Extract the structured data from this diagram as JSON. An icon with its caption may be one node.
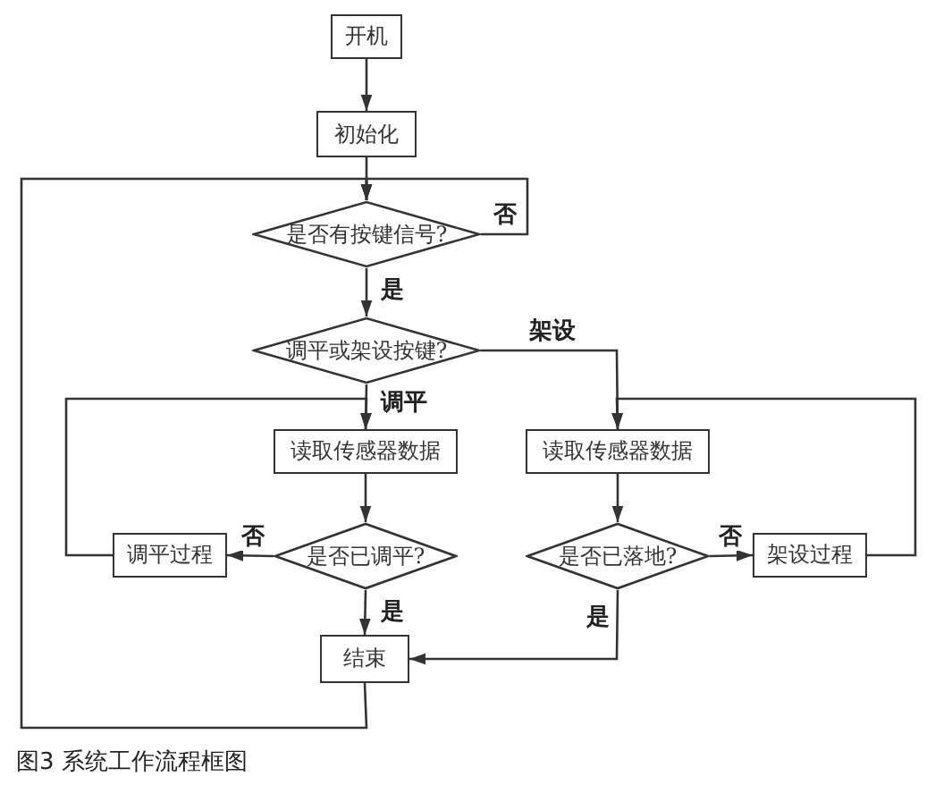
{
  "diagram": {
    "caption": "图3 系统工作流程框图",
    "nodes": [
      {
        "text": [
          "开机"
        ]
      },
      {
        "text": [
          "初始化"
        ]
      },
      {
        "text": [
          "是否有按键信号?"
        ]
      },
      {
        "text": [
          "调平或架设按键?"
        ]
      },
      {
        "text": [
          "读取传感器数据"
        ]
      },
      {
        "text": [
          "读取传感器数据"
        ]
      },
      {
        "text": [
          "是否已调平?"
        ]
      },
      {
        "text": [
          "调平过程"
        ]
      },
      {
        "text": [
          "是否已落地?"
        ]
      },
      {
        "text": [
          "架设过程"
        ]
      },
      {
        "text": [
          "结束"
        ]
      }
    ],
    "edges": [
      {
        "from": 0,
        "to": 1,
        "arrow": "to"
      },
      {
        "from": 1,
        "to": 2,
        "arrow": "to"
      },
      {
        "from": 2,
        "to": 2,
        "arrow": "to",
        "label": "否"
      },
      {
        "from": 2,
        "to": 3,
        "arrow": "to",
        "label": "是"
      },
      {
        "from": 3,
        "to": 4,
        "arrow": "to",
        "label": "调平"
      },
      {
        "from": 3,
        "to": 5,
        "arrow": "to",
        "label": "架设"
      },
      {
        "from": 4,
        "to": 6,
        "arrow": "to"
      },
      {
        "from": 5,
        "to": 8,
        "arrow": "to"
      },
      {
        "from": 6,
        "to": 7,
        "arrow": "to",
        "label": "否"
      },
      {
        "from": 8,
        "to": 9,
        "arrow": "to",
        "label": "否"
      },
      {
        "from": 6,
        "to": 10,
        "arrow": "to",
        "label": "是"
      },
      {
        "from": 8,
        "to": 10,
        "arrow": "to",
        "label": "是"
      },
      {
        "from": 7,
        "to": 4,
        "arrow": "to"
      },
      {
        "from": 9,
        "to": 5,
        "arrow": "to"
      },
      {
        "from": 10,
        "to": 2,
        "arrow": "to"
      }
    ]
  }
}
